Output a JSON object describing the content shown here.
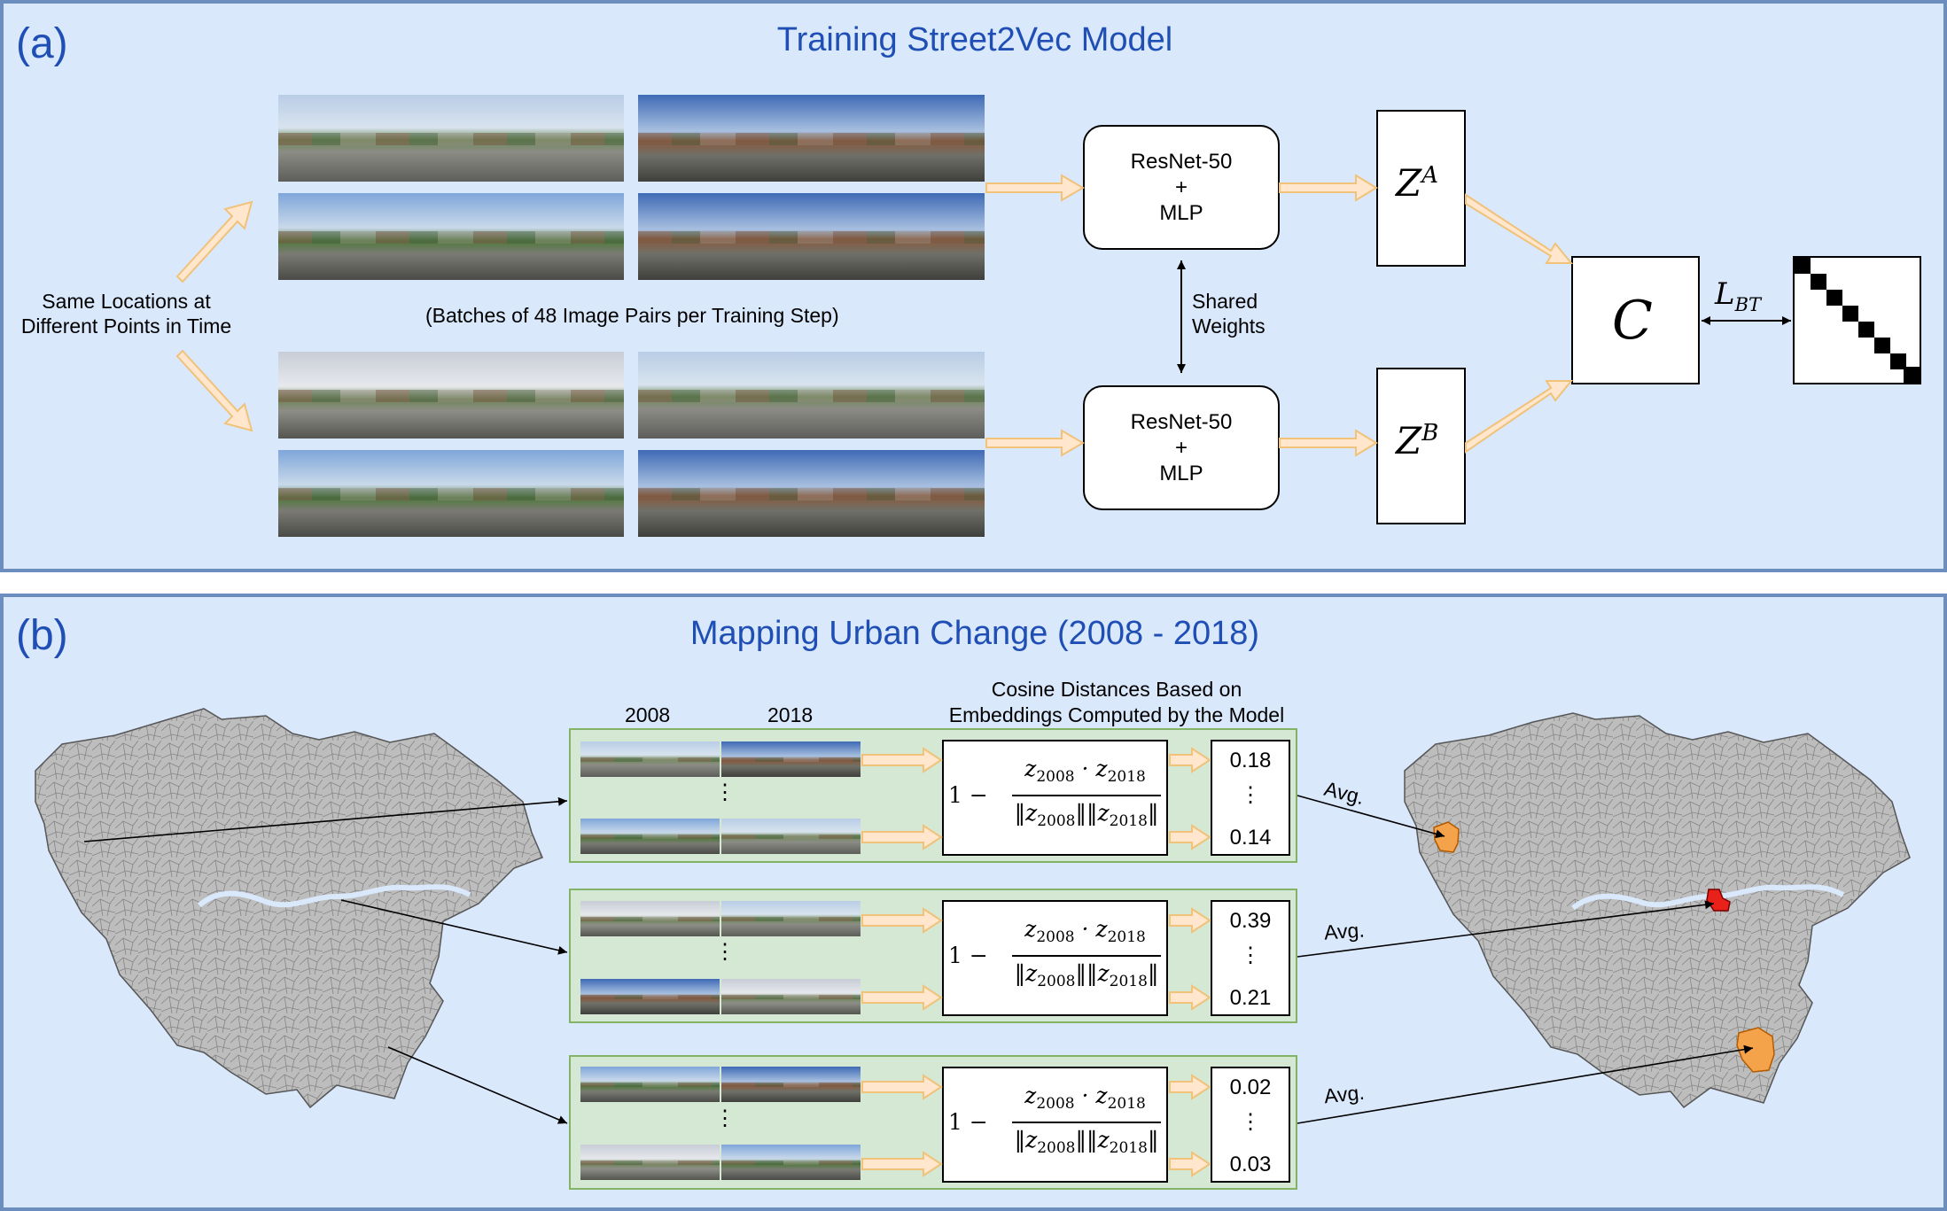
{
  "panel_a": {
    "tag": "(a)",
    "title": "Training Street2Vec Model",
    "left_label_line1": "Same Locations at",
    "left_label_line2": "Different Points in Time",
    "batch_label": "(Batches of 48 Image Pairs per Training Step)",
    "encoder_top": {
      "line1": "ResNet-50",
      "line2": "+",
      "line3": "MLP"
    },
    "encoder_bottom": {
      "line1": "ResNet-50",
      "line2": "+",
      "line3": "MLP"
    },
    "shared_line1": "Shared",
    "shared_line2": "Weights",
    "za_base": "Z",
    "za_sup": "A",
    "zb_base": "Z",
    "zb_sup": "B",
    "c_symbol": "C",
    "loss_base": "L",
    "loss_sub": "BT"
  },
  "panel_b": {
    "tag": "(b)",
    "title": "Mapping Urban Change (2008 - 2018)",
    "col_2008": "2008",
    "col_2018": "2018",
    "cosine_line1": "Cosine Distances Based on",
    "cosine_line2": "Embeddings Computed by the Model",
    "formula": {
      "one": "1 −",
      "z": "z",
      "sub1": "2008",
      "dot": "·",
      "sub2": "2018"
    },
    "dots": "⋮",
    "avg": "Avg.",
    "groups": [
      {
        "top": "0.18",
        "bottom": "0.14"
      },
      {
        "top": "0.39",
        "bottom": "0.21"
      },
      {
        "top": "0.02",
        "bottom": "0.03"
      }
    ]
  },
  "colors": {
    "panel_fill": "#dae8fc",
    "panel_border": "#6c8ebf",
    "title_blue": "#1f4fb5",
    "arrow_fill": "#ffe6cc",
    "arrow_stroke": "#f0c27a",
    "green_fill": "#d5e8d4",
    "green_border": "#82b366",
    "map_gray": "#bdbdbd",
    "river": "#dae8fc",
    "highlight_orange": "#f5a34a",
    "highlight_red": "#e8221b"
  }
}
